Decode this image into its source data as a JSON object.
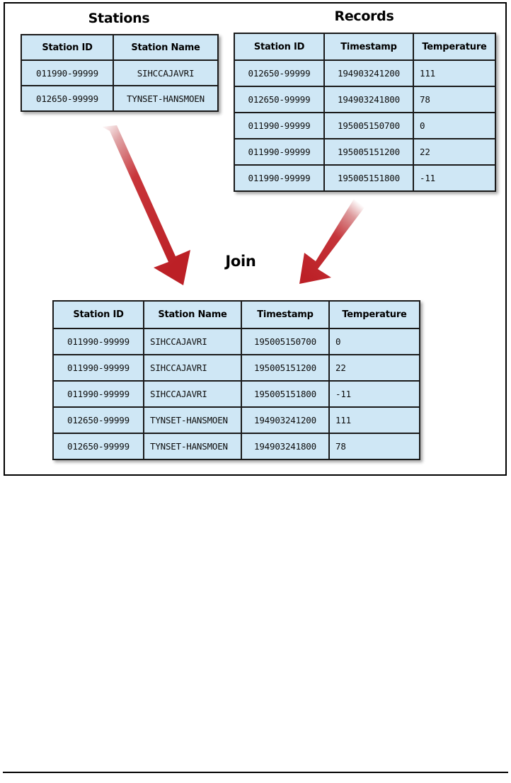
{
  "figure": {
    "join_label": "Join",
    "accent_color": "#c02128",
    "cell_fill_color": "#cfe7f5",
    "border_color": "#1a1a1a"
  },
  "stations_table": {
    "title": "Stations",
    "columns": [
      "Station ID",
      "Station Name"
    ],
    "rows": [
      [
        "011990-99999",
        "SIHCCAJAVRI"
      ],
      [
        "012650-99999",
        "TYNSET-HANSMOEN"
      ]
    ]
  },
  "records_table": {
    "title": "Records",
    "columns": [
      "Station ID",
      "Timestamp",
      "Temperature"
    ],
    "rows": [
      [
        "012650-99999",
        "194903241200",
        "111"
      ],
      [
        "012650-99999",
        "194903241800",
        "78"
      ],
      [
        "011990-99999",
        "195005150700",
        "0"
      ],
      [
        "011990-99999",
        "195005151200",
        "22"
      ],
      [
        "011990-99999",
        "195005151800",
        "-11"
      ]
    ]
  },
  "join_table": {
    "title": "Join",
    "columns": [
      "Station ID",
      "Station Name",
      "Timestamp",
      "Temperature"
    ],
    "rows": [
      [
        "011990-99999",
        "SIHCCAJAVRI",
        "195005150700",
        "0"
      ],
      [
        "011990-99999",
        "SIHCCAJAVRI",
        "195005151200",
        "22"
      ],
      [
        "011990-99999",
        "SIHCCAJAVRI",
        "195005151800",
        "-11"
      ],
      [
        "012650-99999",
        "TYNSET-HANSMOEN",
        "194903241200",
        "111"
      ],
      [
        "012650-99999",
        "TYNSET-HANSMOEN",
        "194903241800",
        "78"
      ]
    ]
  },
  "arrows": [
    {
      "name": "stations-to-join-arrow",
      "direction": "down-right"
    },
    {
      "name": "records-to-join-arrow",
      "direction": "down-left"
    }
  ]
}
